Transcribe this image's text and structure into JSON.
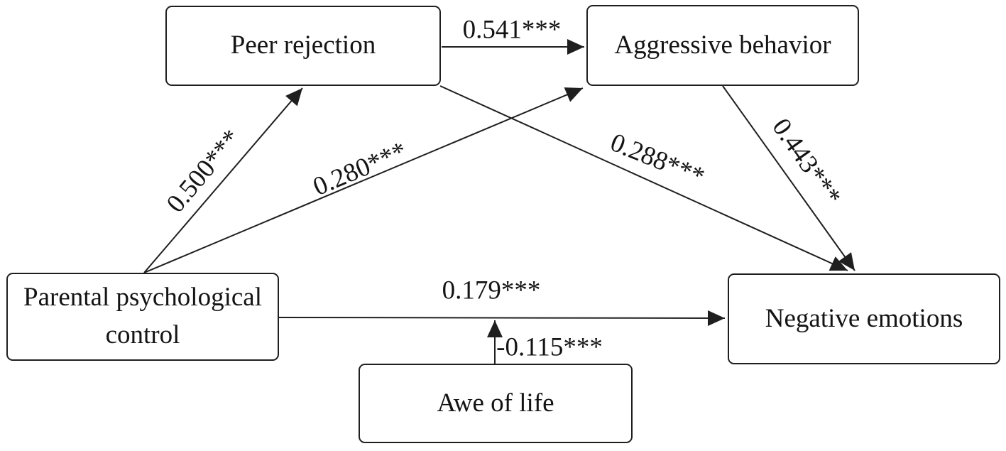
{
  "diagram": {
    "type": "structural-equation-path-model",
    "significance_notation": "***",
    "nodes": [
      {
        "id": "peer-rejection",
        "label": "Peer rejection"
      },
      {
        "id": "aggressive-behavior",
        "label": "Aggressive behavior"
      },
      {
        "id": "parental-psychological-control",
        "label": "Parental psychological control"
      },
      {
        "id": "negative-emotions",
        "label": "Negative emotions"
      },
      {
        "id": "awe-of-life",
        "label": "Awe of life"
      }
    ],
    "edges": [
      {
        "from": "peer-rejection",
        "to": "aggressive-behavior",
        "coefficient": "0.541***"
      },
      {
        "from": "parental-psychological-control",
        "to": "peer-rejection",
        "coefficient": "0.500***"
      },
      {
        "from": "parental-psychological-control",
        "to": "aggressive-behavior",
        "coefficient": "0.280***"
      },
      {
        "from": "peer-rejection",
        "to": "negative-emotions",
        "coefficient": "0.288***"
      },
      {
        "from": "aggressive-behavior",
        "to": "negative-emotions",
        "coefficient": "0.443***"
      },
      {
        "from": "parental-psychological-control",
        "to": "negative-emotions",
        "coefficient": "0.179***"
      },
      {
        "from": "awe-of-life",
        "to": "path:parental-psychological-control->negative-emotions",
        "coefficient": "-0.115***"
      }
    ],
    "colors": {
      "line": "#1f1f1f",
      "text": "#141414",
      "node_background": "#ffffff",
      "canvas_background": "#ffffff"
    }
  }
}
